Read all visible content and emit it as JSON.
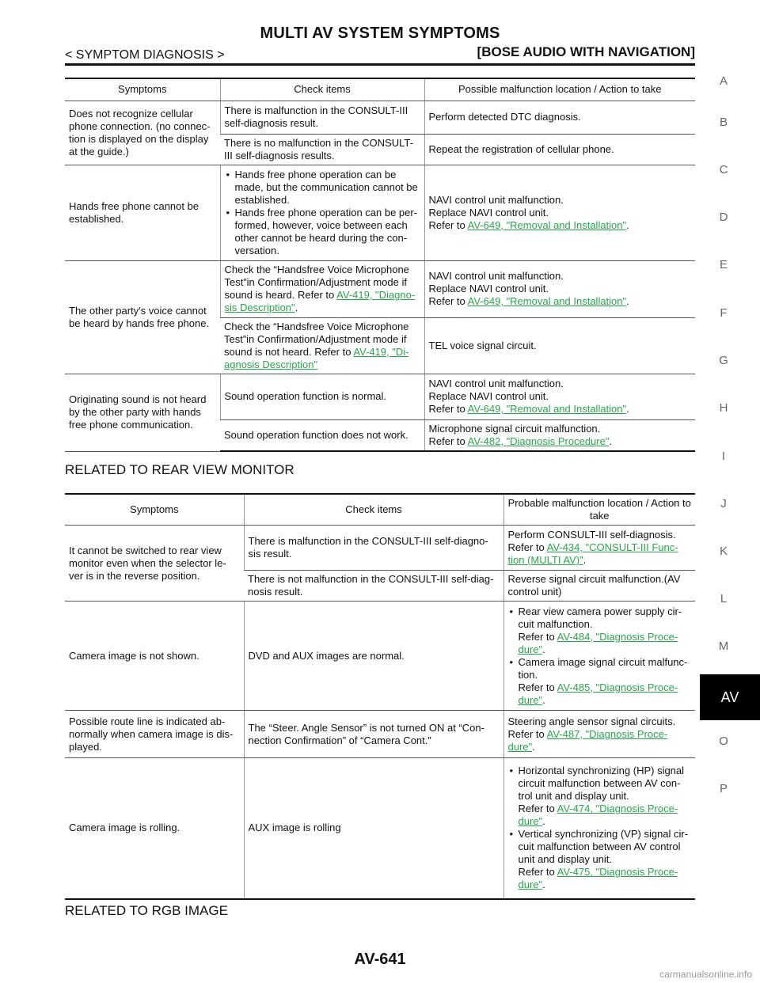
{
  "header": {
    "title": "MULTI AV SYSTEM SYMPTOMS",
    "section": "< SYMPTOM DIAGNOSIS >",
    "variant": "[BOSE AUDIO WITH NAVIGATION]"
  },
  "side_index": {
    "letters": [
      "A",
      "B",
      "C",
      "D",
      "E",
      "F",
      "G",
      "H",
      "I",
      "J",
      "K",
      "L",
      "M",
      "AV",
      "O",
      "P"
    ],
    "active": "AV"
  },
  "table1": {
    "headers": [
      "Symptoms",
      "Check items",
      "Possible malfunction location / Action to take"
    ],
    "r1": {
      "symptom": "Does not recognize cellular phone connection. (no connec-tion is displayed on the display at the guide.)",
      "a_check": "There is malfunction in the CONSULT-III self-diagnosis result.",
      "a_action": "Perform detected DTC diagnosis.",
      "b_check": "There is no malfunction in the CONSULT-III self-diagnosis results.",
      "b_action": "Repeat the registration of cellular phone."
    },
    "r2": {
      "symptom": "Hands free phone cannot be established.",
      "check_bullets": [
        "Hands free phone operation can be made, but the communication cannot be established.",
        "Hands free phone operation can be per-formed, however, voice between each other cannot be heard during the con-versation."
      ],
      "action_l1": "NAVI control unit malfunction.",
      "action_l2": "Replace NAVI control unit.",
      "action_pre": "Refer to ",
      "action_link": "AV-649, \"Removal and Installation\"",
      "action_post": "."
    },
    "r3": {
      "symptom": "The other party's voice cannot be heard by hands free phone.",
      "a_check_pre": "Check the “Handsfree Voice Microphone Test”in Confirmation/Adjustment mode if sound is heard. Refer to ",
      "a_check_link": "AV-419, \"Diagno-sis Description\"",
      "a_check_post": ".",
      "a_action_l1": "NAVI control unit malfunction.",
      "a_action_l2": "Replace NAVI control unit.",
      "a_action_pre": "Refer to ",
      "a_action_link": "AV-649, \"Removal and Installation\"",
      "a_action_post": ".",
      "b_check_pre": "Check the “Handsfree Voice Microphone Test”in Confirmation/Adjustment mode if sound is not heard. Refer to ",
      "b_check_link": "AV-419, \"Di-agnosis Description\"",
      "b_action": "TEL voice signal circuit."
    },
    "r4": {
      "symptom": "Originating sound is not heard by the other party with hands free phone communication.",
      "a_check": "Sound operation function is normal.",
      "a_action_l1": "NAVI control unit malfunction.",
      "a_action_l2": "Replace NAVI control unit.",
      "a_action_pre": "Refer to ",
      "a_action_link": "AV-649, \"Removal and Installation\"",
      "a_action_post": ".",
      "b_check": "Sound operation function does not work.",
      "b_action_l1": "Microphone signal circuit malfunction.",
      "b_action_pre": "Refer to ",
      "b_action_link": "AV-482, \"Diagnosis Procedure\"",
      "b_action_post": "."
    }
  },
  "heading_rear": "RELATED TO REAR VIEW MONITOR",
  "table2": {
    "headers": [
      "Symptoms",
      "Check items",
      "Probable malfunction location / Action to take"
    ],
    "r1": {
      "symptom": "It cannot be switched to rear view monitor even when the selector le-ver is in the reverse position.",
      "a_check": "There is malfunction in the CONSULT-III self-diagno-sis result.",
      "a_action_l1": "Perform CONSULT-III self-diagnosis.",
      "a_action_pre": "Refer to ",
      "a_action_link": "AV-434, \"CONSULT-III Func-tion (MULTI AV)\"",
      "a_action_post": ".",
      "b_check": "There is not malfunction in the CONSULT-III self-diag-nosis result.",
      "b_action": "Reverse signal circuit malfunction.(AV control unit)"
    },
    "r2": {
      "symptom": "Camera image is not shown.",
      "check": "DVD and AUX images are normal.",
      "b1_text": "Rear view camera power supply cir-cuit malfunction.",
      "b1_pre": "Refer to ",
      "b1_link": "AV-484, \"Diagnosis Proce-dure\"",
      "b1_post": ".",
      "b2_text": "Camera image signal circuit malfunc-tion.",
      "b2_pre": "Refer to ",
      "b2_link": "AV-485, \"Diagnosis Proce-dure\"",
      "b2_post": "."
    },
    "r3": {
      "symptom": "Possible route line is indicated ab-normally when camera image is dis-played.",
      "check": "The “Steer. Angle Sensor” is not turned ON at “Con-nection Confirmation” of “Camera Cont.”",
      "action_l1": "Steering angle sensor signal circuits.",
      "action_pre": "Refer to ",
      "action_link": "AV-487, \"Diagnosis Proce-dure\"",
      "action_post": "."
    },
    "r4": {
      "symptom": "Camera image is rolling.",
      "check": "AUX image is rolling",
      "b1_text": "Horizontal synchronizing (HP) signal circuit malfunction between AV con-trol unit and display unit.",
      "b1_pre": "Refer to ",
      "b1_link": "AV-474, \"Diagnosis Proce-dure\"",
      "b1_post": ".",
      "b2_text": "Vertical synchronizing (VP) signal cir-cuit malfunction between AV control unit and display unit.",
      "b2_pre": "Refer to ",
      "b2_link": "AV-475, \"Diagnosis Proce-dure\"",
      "b2_post": "."
    }
  },
  "heading_rgb": "RELATED TO RGB IMAGE",
  "footer": {
    "page": "AV-641",
    "watermark": "carmanualsonline.info"
  }
}
